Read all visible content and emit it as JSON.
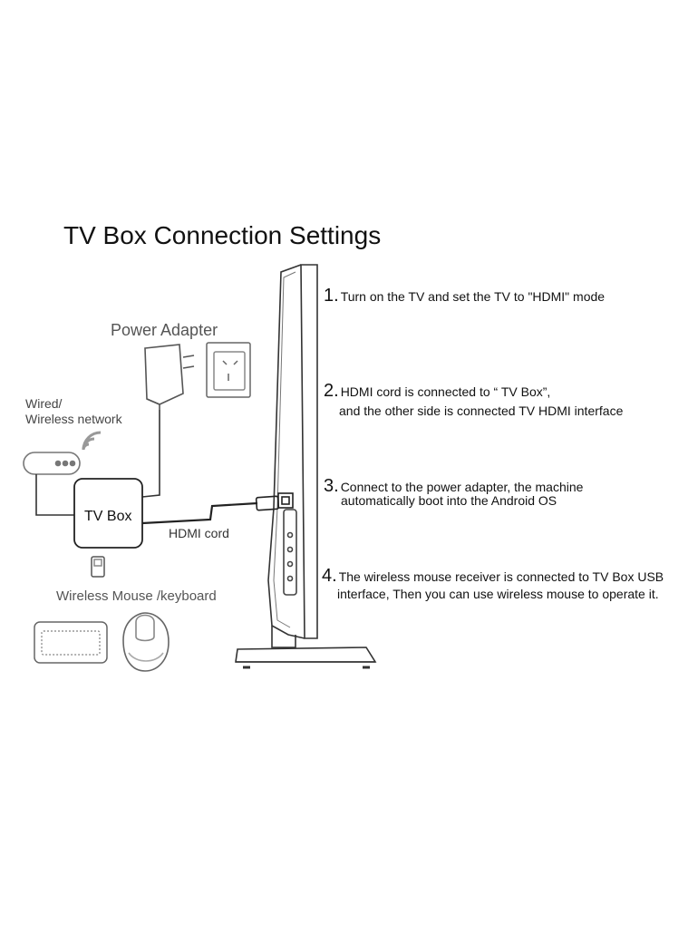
{
  "title": "TV Box Connection Settings",
  "labels": {
    "power_adapter": "Power Adapter",
    "wired_line1": "Wired/",
    "wired_line2": "Wireless network",
    "tv_box": "TV Box",
    "hdmi_cord": "HDMI cord",
    "mouse_keyboard": "Wireless Mouse /keyboard"
  },
  "steps": [
    {
      "number": "1.",
      "line1": "Turn on the TV and set the TV to \"HDMI\" mode",
      "line2": ""
    },
    {
      "number": "2.",
      "line1": "HDMI cord is connected to “ TV Box”,",
      "line2": "and the other side is connected TV HDMI interface"
    },
    {
      "number": "3.",
      "line1": "Connect to the power adapter, the machine",
      "line2": "automatically boot into the Android OS"
    },
    {
      "number": "4.",
      "line1": "The wireless mouse receiver is connected to TV  Box USB",
      "line2": "interface, Then you can use wireless mouse to operate it."
    }
  ],
  "icons": [
    "power-adapter-icon",
    "wall-socket-icon",
    "router-icon",
    "wifi-icon",
    "usb-receiver-icon",
    "keyboard-icon",
    "mouse-icon",
    "tv-side-icon"
  ]
}
